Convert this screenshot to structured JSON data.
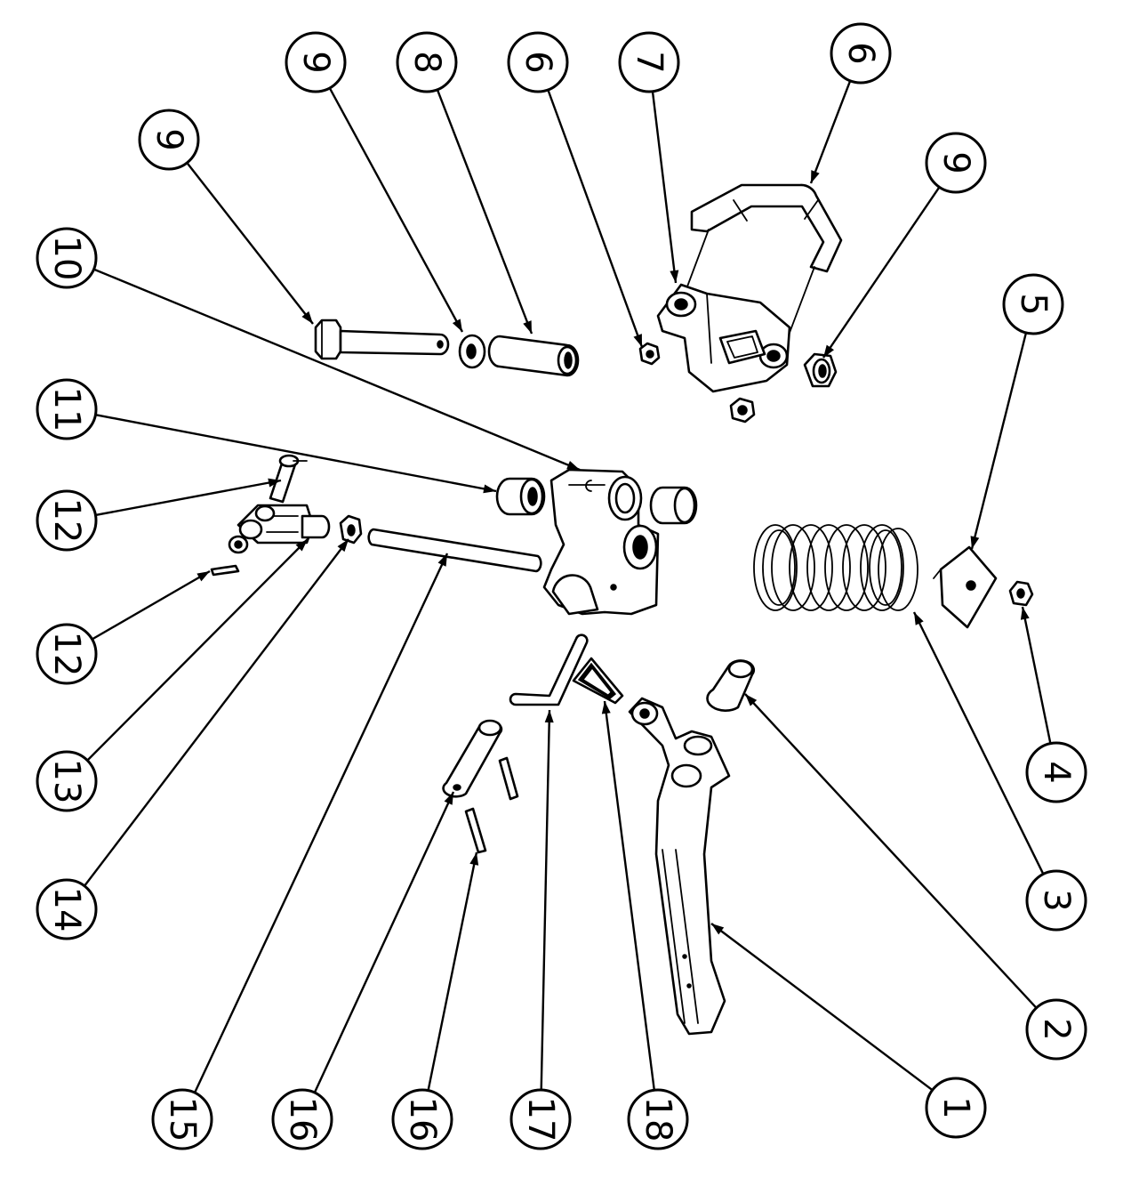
{
  "balloons": [
    {
      "id": "b9-left",
      "label": "9",
      "part": "bolt"
    },
    {
      "id": "b9-top-a",
      "label": "9",
      "part": "washer"
    },
    {
      "id": "b8",
      "label": "8",
      "part": "spacer-sleeve"
    },
    {
      "id": "b6-top",
      "label": "6",
      "part": "small-nut"
    },
    {
      "id": "b7",
      "label": "7",
      "part": "clamp-block"
    },
    {
      "id": "b6-right",
      "label": "6",
      "part": "u-bracket"
    },
    {
      "id": "b9-right",
      "label": "9",
      "part": "hex-nut"
    },
    {
      "id": "b10",
      "label": "10",
      "part": "pivot-housing"
    },
    {
      "id": "b11",
      "label": "11",
      "part": "bushing"
    },
    {
      "id": "b5",
      "label": "5",
      "part": "spring-plate"
    },
    {
      "id": "b12-top",
      "label": "12",
      "part": "clevis-pin"
    },
    {
      "id": "b12-bottom",
      "label": "12",
      "part": "cotter-pin"
    },
    {
      "id": "b13",
      "label": "13",
      "part": "clevis-fork"
    },
    {
      "id": "b14",
      "label": "14",
      "part": "rod-nut"
    },
    {
      "id": "b4",
      "label": "4",
      "part": "end-nut"
    },
    {
      "id": "b3",
      "label": "3",
      "part": "coil-spring"
    },
    {
      "id": "b15",
      "label": "15",
      "part": "push-rod"
    },
    {
      "id": "b16-a",
      "label": "16",
      "part": "hinge-pin"
    },
    {
      "id": "b16-b",
      "label": "16",
      "part": "roll-pin"
    },
    {
      "id": "b17",
      "label": "17",
      "part": "bent-rod"
    },
    {
      "id": "b18",
      "label": "18",
      "part": "pad"
    },
    {
      "id": "b2",
      "label": "2",
      "part": "sleeve"
    },
    {
      "id": "b1",
      "label": "1",
      "part": "pedal-lever"
    }
  ],
  "colors": {
    "line": "#000000",
    "background": "#ffffff"
  }
}
